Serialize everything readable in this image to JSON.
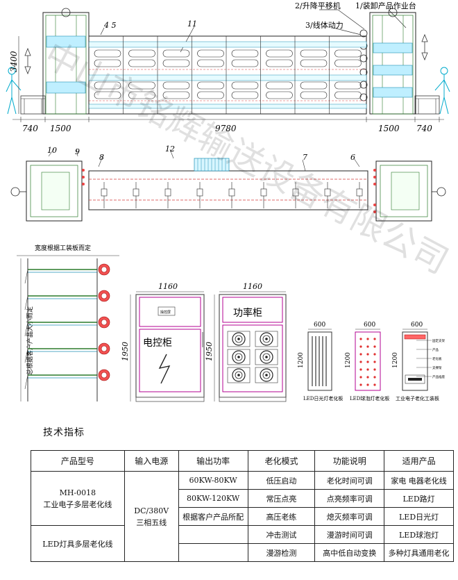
{
  "callouts": {
    "c1": "1/装卸产品作业台",
    "c2": "2/升降平移机",
    "c3": "3/线体动力",
    "c45": "4 5",
    "c11": "11",
    "c10": "10",
    "c9": "9",
    "c8": "8",
    "c12": "12",
    "c7": "7",
    "c6": "6"
  },
  "dimensions": {
    "height": "3400",
    "d740a": "740",
    "d1500a": "1500",
    "d9780": "9780",
    "d1500b": "1500",
    "d740b": "740",
    "w1160a": "1160",
    "w1160b": "1160",
    "h1950a": "1950",
    "h1950b": "1950",
    "w600a": "600",
    "w600b": "600",
    "w600c": "600",
    "h1200a": "1200",
    "h1200b": "1200",
    "h1200c": "1200"
  },
  "rack": {
    "top_note": "宽度根据工装板而定",
    "side_note": "总根据客户产品大小而定"
  },
  "cabinets": {
    "control_title": "电控柜",
    "control_small_label": "操控屏",
    "power_title": "功率柜"
  },
  "boards": {
    "b1": "LED日光灯老化板",
    "b2": "LED球泡灯老化板",
    "b3": "工业电子老化工装板",
    "b3_notes": [
      "固定支架",
      "产品",
      "老化板",
      "支撑架",
      "产品插座"
    ]
  },
  "watermark": "中山市铭辉输送设备有限公司",
  "spec": {
    "title": "技术指标",
    "headers": [
      "产品型号",
      "输入电源",
      "输出功率",
      "老化模式",
      "功能说明",
      "适用产品"
    ],
    "model1": "MH-0018\n工业电子多层老化线",
    "model2": "LED灯具多层老化线",
    "power_input": "DC/380V\n三相五线",
    "outputs": [
      "60KW-80KW",
      "80KW-120KW",
      "根据客户产品所配",
      "",
      ""
    ],
    "modes": [
      "低压启动",
      "常压点亮",
      "高压老练",
      "冲击测试",
      "漫游检测"
    ],
    "functions": [
      "老化时间可调",
      "点亮频率可调",
      "熄灭频率可调",
      "漫游时间可调",
      "高中低自动变换"
    ],
    "products": [
      "家电 电器老化线",
      "LED路灯",
      "LED日光灯",
      "LED球泡灯",
      "多种灯具通用老化"
    ]
  }
}
